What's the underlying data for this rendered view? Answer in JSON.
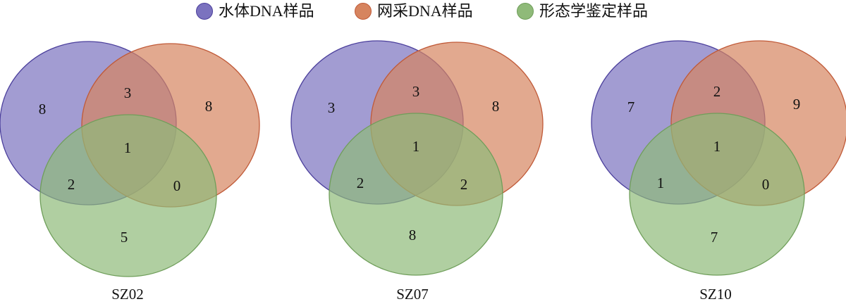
{
  "chart_data": {
    "type": "venn",
    "sets": [
      {
        "name": "水体DNA样品",
        "color": "#7b72bf",
        "stroke": "#4b3f9c"
      },
      {
        "name": "网采DNA样品",
        "color": "#d6845f",
        "stroke": "#c05a38"
      },
      {
        "name": "形态学鉴定样品",
        "color": "#8fba79",
        "stroke": "#6f9e5a"
      }
    ],
    "panels": [
      {
        "title": "SZ02",
        "counts": {
          "a_only": 8,
          "b_only": 8,
          "c_only": 5,
          "ab": 3,
          "ac": 2,
          "bc": 0,
          "abc": 1
        }
      },
      {
        "title": "SZ07",
        "counts": {
          "a_only": 3,
          "b_only": 8,
          "c_only": 8,
          "ab": 3,
          "ac": 2,
          "bc": 2,
          "abc": 1
        }
      },
      {
        "title": "SZ10",
        "counts": {
          "a_only": 7,
          "b_only": 9,
          "c_only": 7,
          "ab": 2,
          "ac": 1,
          "bc": 0,
          "abc": 1
        }
      }
    ]
  }
}
